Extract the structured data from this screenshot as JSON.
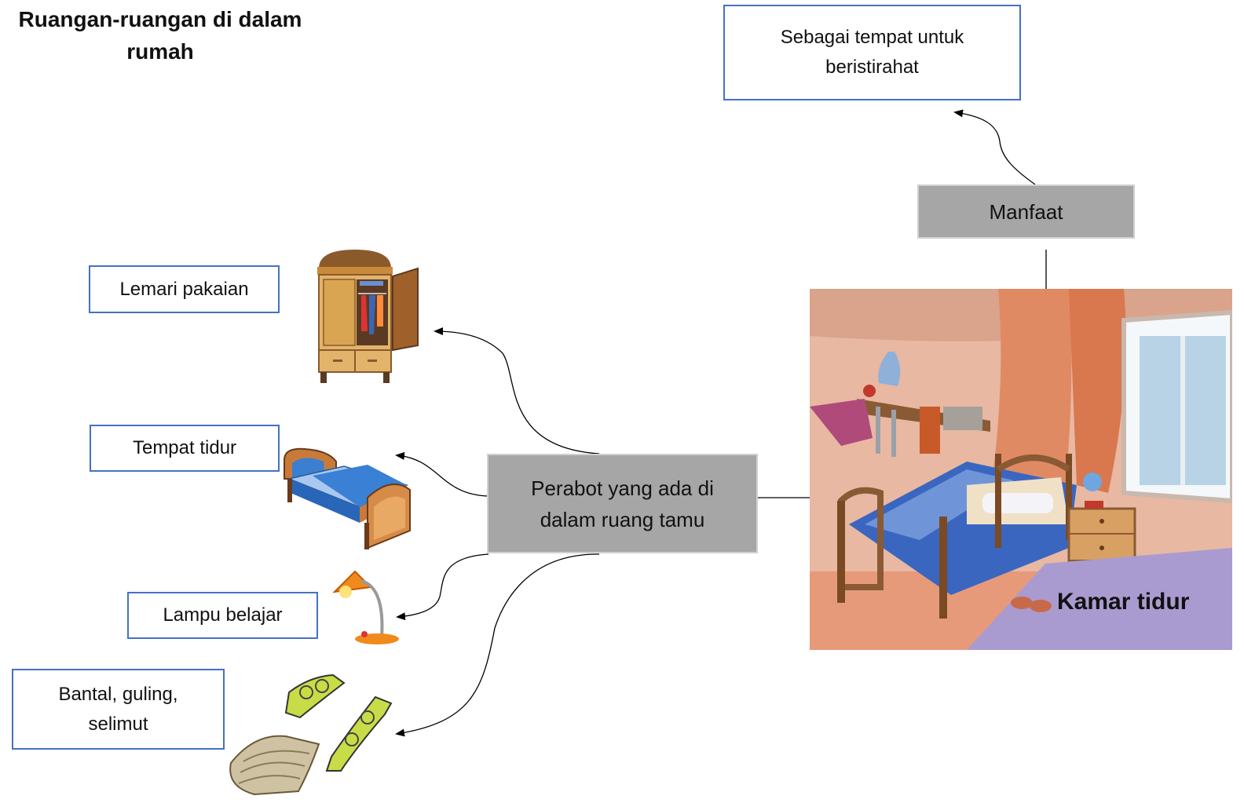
{
  "title": "Ruangan-ruangan di dalam rumah",
  "center_node": "Perabot  yang ada di dalam ruang tamu",
  "benefit_node": "Manfaat",
  "benefit_text": "Sebagai tempat untuk beristirahat",
  "room_caption": "Kamar tidur",
  "furniture": [
    {
      "label": "Lemari pakaian",
      "icon": "wardrobe-icon"
    },
    {
      "label": "Tempat tidur",
      "icon": "bed-icon"
    },
    {
      "label": "Lampu belajar",
      "icon": "desk-lamp-icon"
    },
    {
      "label": "Bantal, guling, selimut",
      "icon": "pillow-bolster-blanket-icon"
    }
  ],
  "colors": {
    "box_border": "#4472c4",
    "node_fill": "#a6a6a6"
  }
}
